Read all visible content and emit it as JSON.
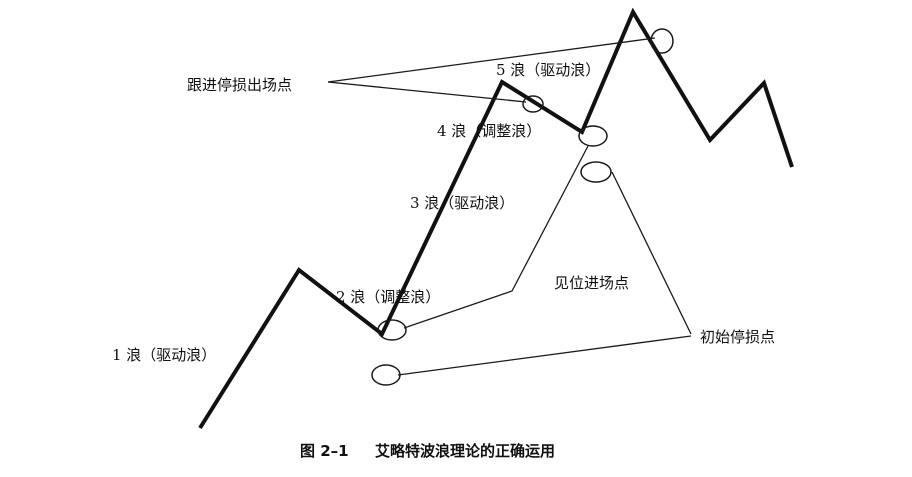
{
  "waves": {
    "wave1": "1 浪（驱动浪）",
    "wave2": "2 浪（调整浪）",
    "wave3": "3 浪（驱动浪）",
    "wave4": "4 浪（调整浪）",
    "wave5": "5 浪（驱动浪）"
  },
  "annotations": {
    "trailing_stop": "跟进停损出场点",
    "entry_point": "见位进场点",
    "initial_stop": "初始停损点"
  },
  "caption": {
    "figure_number": "图 2–1",
    "title": "艾略特波浪理论的正确运用"
  }
}
